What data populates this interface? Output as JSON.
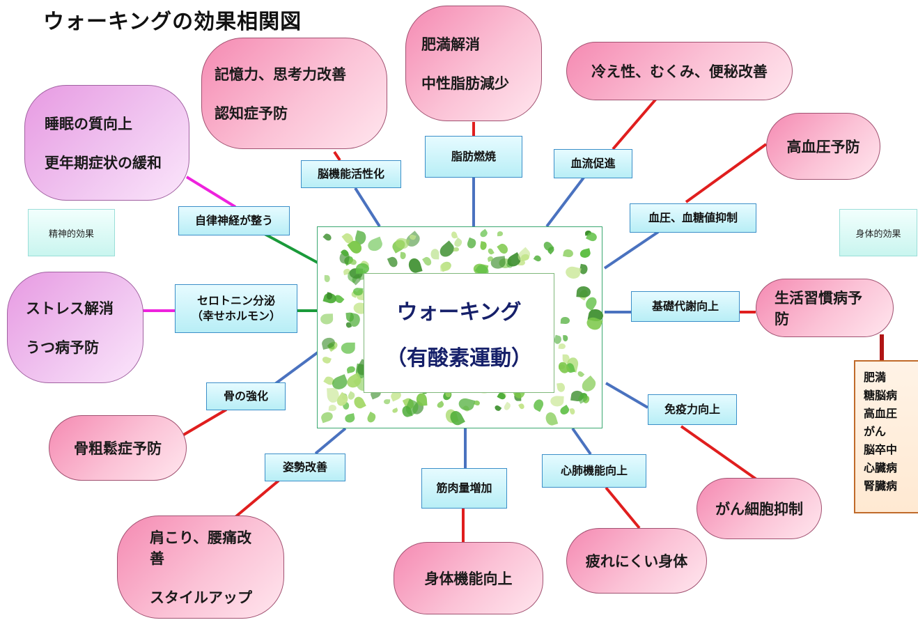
{
  "title": "ウォーキングの効果相関図",
  "center": {
    "line1": "ウォーキング",
    "line2": "（有酸素運動）"
  },
  "categories": {
    "mental": "精神的効果",
    "physical": "身体的効果"
  },
  "labels": {
    "brain": "脳機能活性化",
    "fat": "脂肪燃焼",
    "blood_flow": "血流促進",
    "bp": "血圧、血糖値抑制",
    "autonomic": "自律神経が整う",
    "serotonin_1": "セロトニン分泌",
    "serotonin_2": "（幸せホルモン）",
    "metabolism": "基礎代謝向上",
    "bone": "骨の強化",
    "immunity": "免疫力向上",
    "posture": "姿勢改善",
    "muscle": "筋肉量増加",
    "cardio": "心肺機能向上"
  },
  "effects": {
    "memory_1": "記憶力、思考力改善",
    "memory_2": "認知症予防",
    "obesity_1": "肥満解消",
    "obesity_2": "中性脂肪減少",
    "cold": "冷え性、むくみ、便秘改善",
    "hypertension": "高血圧予防",
    "sleep_1": "睡眠の質向上",
    "sleep_2": "更年期症状の緩和",
    "stress_1": "ストレス解消",
    "stress_2": "うつ病予防",
    "lifestyle": "生活習慣病予防",
    "osteo": "骨粗鬆症予防",
    "cancer": "がん細胞抑制",
    "fatigue": "疲れにくい身体",
    "body": "身体機能向上",
    "shoulder_1": "肩こり、腰痛改善",
    "shoulder_2": "スタイルアップ"
  },
  "diseases": [
    "肥満",
    "糖脳病",
    "高血圧",
    "がん",
    "脳卒中",
    "心臓病",
    "腎臓病"
  ],
  "colors": {
    "blue_line": "#4a72bf",
    "red_line": "#e01e1e",
    "green_line": "#1a9a3a",
    "magenta_line": "#ee22dd",
    "dark_red_line": "#b01515"
  }
}
